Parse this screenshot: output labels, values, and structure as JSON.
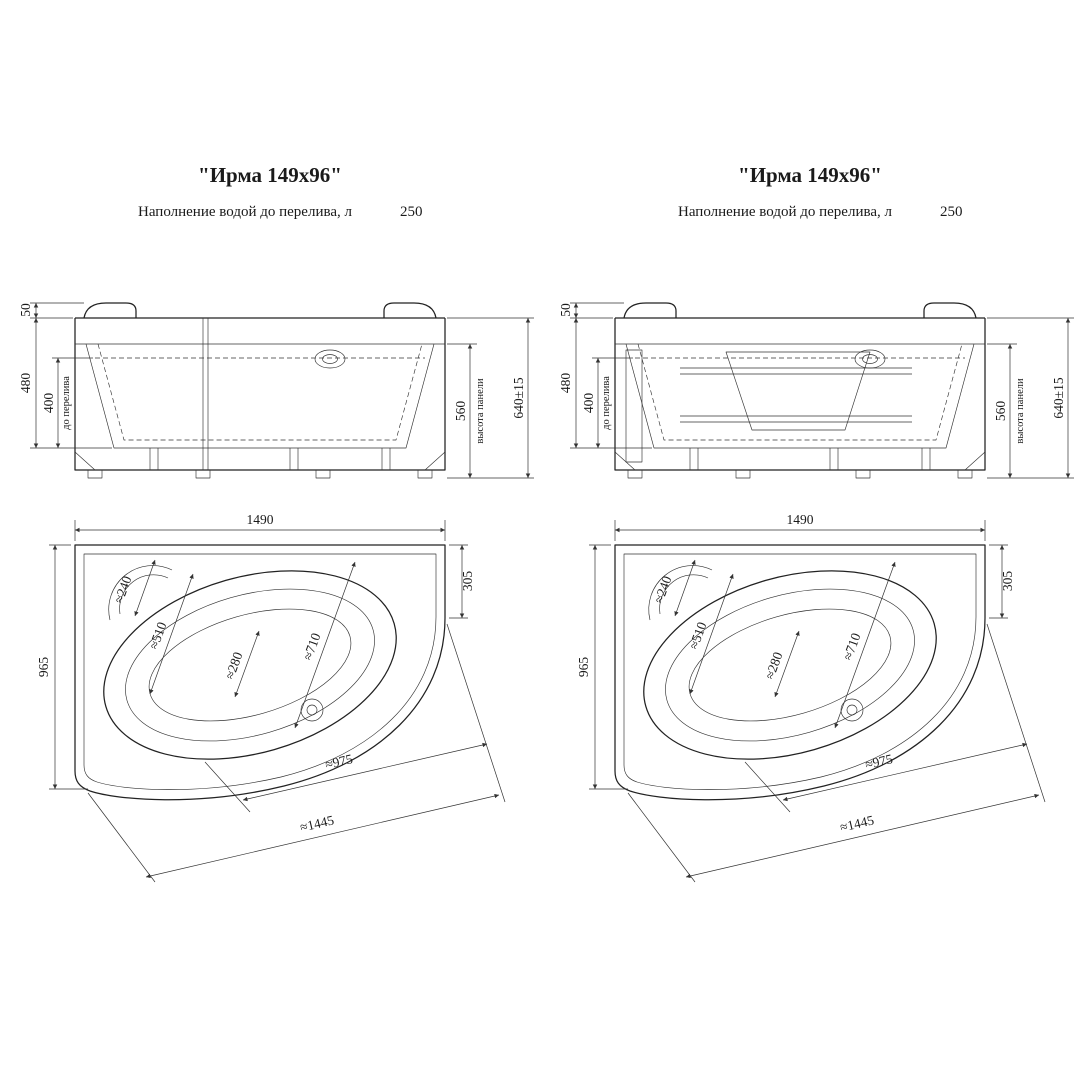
{
  "panels": [
    {
      "title": "\"Ирма 149x96\"",
      "subtitle_label": "Наполнение водой до перелива, л",
      "subtitle_value": "250",
      "front": {
        "dim_50": "50",
        "dim_480": "480",
        "dim_400": "400",
        "overflow_label": "до перелива",
        "dim_560": "560",
        "panel_height_label": "высота панели",
        "dim_640": "640±15"
      },
      "plan": {
        "dim_1490": "1490",
        "dim_305": "305",
        "dim_965": "965",
        "dim_240": "≈240",
        "dim_510": "≈510",
        "dim_280": "≈280",
        "dim_710": "≈710",
        "dim_975": "≈975",
        "dim_1445": "≈1445"
      }
    },
    {
      "title": "\"Ирма 149x96\"",
      "subtitle_label": "Наполнение водой до перелива, л",
      "subtitle_value": "250",
      "front": {
        "dim_50": "50",
        "dim_480": "480",
        "dim_400": "400",
        "overflow_label": "до перелива",
        "dim_560": "560",
        "panel_height_label": "высота панели",
        "dim_640": "640±15"
      },
      "plan": {
        "dim_1490": "1490",
        "dim_305": "305",
        "dim_965": "965",
        "dim_240": "≈240",
        "dim_510": "≈510",
        "dim_280": "≈280",
        "dim_710": "≈710",
        "dim_975": "≈975",
        "dim_1445": "≈1445"
      }
    }
  ]
}
